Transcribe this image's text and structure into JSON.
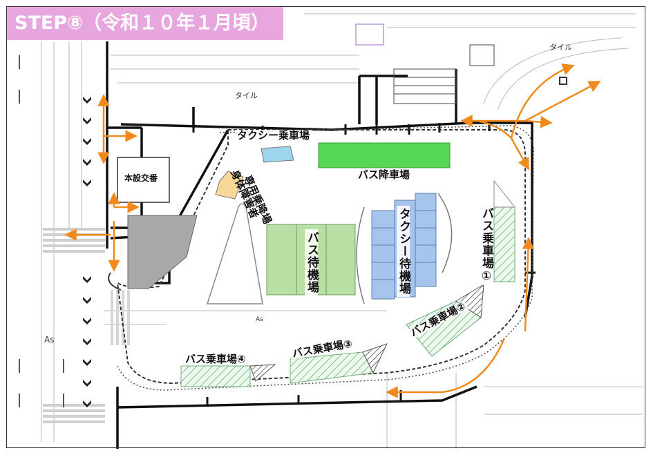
{
  "header": {
    "step_title": "STEP⑧（令和１０年１月頃）"
  },
  "labels": {
    "taxi_boarding": "タクシー乗車場",
    "bus_alighting": "バス降車場",
    "police_box": "本設交番",
    "disabled_boarding_a": "身体障害者",
    "disabled_boarding_b": "専用乗降場",
    "bus_waiting": "バス待機場",
    "taxi_waiting": "タクシー待機場",
    "bus_stop_1": "バス乗車場①",
    "bus_stop_2": "バス乗車場②",
    "bus_stop_3": "バス乗車場③",
    "bus_stop_4": "バス乗車場④",
    "road_as_1": "As",
    "road_as_2": "As",
    "tile_1": "タイル",
    "tile_2": "タイル"
  },
  "colors": {
    "header_bg": "#e7a6de",
    "bus_alighting": "#55d655",
    "bus_waiting": "#b8dfa4",
    "taxi_waiting": "#a6c4ec",
    "taxi_boarding": "#9dd6ec",
    "disabled_area": "#f7d898",
    "bus_stop_hatch": "#7fc48a",
    "arrows": "#f08a1c",
    "police_area": "#a8a8a8"
  }
}
